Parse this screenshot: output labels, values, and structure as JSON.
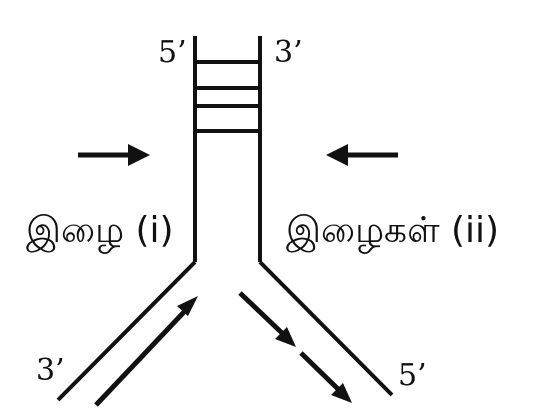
{
  "labels": {
    "top_left_end": "5’",
    "top_right_end": "3’",
    "bottom_left_end": "3’",
    "bottom_right_end": "5’",
    "strand_i": "இழை (i)",
    "strands_ii": "இழைகள் (ii)"
  }
}
